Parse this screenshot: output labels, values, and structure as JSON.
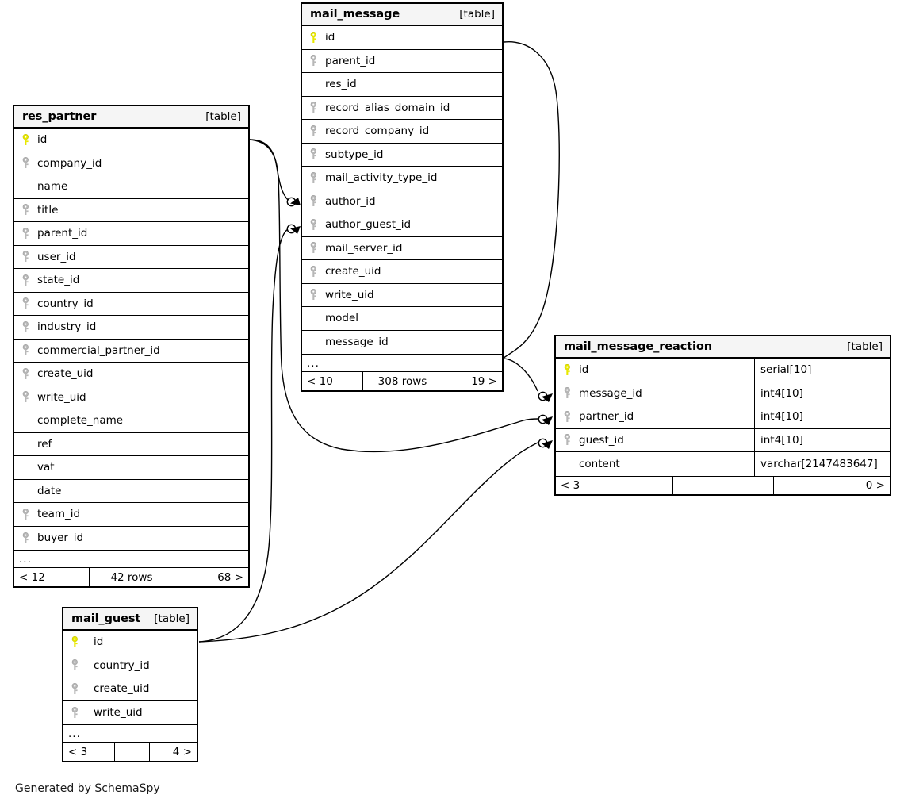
{
  "diagram": {
    "caption": "Generated by SchemaSpy",
    "table_kind_label": "[table]",
    "ellipsis": "...",
    "accent_pk_color": "#e8e800",
    "accent_fk_color": "#b0b0b0",
    "header_bg": "#f5f5f5",
    "border_color": "#000000"
  },
  "tables": {
    "res_partner": {
      "name": "res_partner",
      "kind": "[table]",
      "columns": [
        {
          "name": "id",
          "key": "pk"
        },
        {
          "name": "company_id",
          "key": "fk"
        },
        {
          "name": "name",
          "key": "none"
        },
        {
          "name": "title",
          "key": "fk"
        },
        {
          "name": "parent_id",
          "key": "fk"
        },
        {
          "name": "user_id",
          "key": "fk"
        },
        {
          "name": "state_id",
          "key": "fk"
        },
        {
          "name": "country_id",
          "key": "fk"
        },
        {
          "name": "industry_id",
          "key": "fk"
        },
        {
          "name": "commercial_partner_id",
          "key": "fk"
        },
        {
          "name": "create_uid",
          "key": "fk"
        },
        {
          "name": "write_uid",
          "key": "fk"
        },
        {
          "name": "complete_name",
          "key": "none"
        },
        {
          "name": "ref",
          "key": "none"
        },
        {
          "name": "vat",
          "key": "none"
        },
        {
          "name": "date",
          "key": "none"
        },
        {
          "name": "team_id",
          "key": "fk"
        },
        {
          "name": "buyer_id",
          "key": "fk"
        }
      ],
      "footer": {
        "left": "< 12",
        "middle": "42 rows",
        "right": "68 >"
      }
    },
    "mail_message": {
      "name": "mail_message",
      "kind": "[table]",
      "columns": [
        {
          "name": "id",
          "key": "pk"
        },
        {
          "name": "parent_id",
          "key": "fk"
        },
        {
          "name": "res_id",
          "key": "none"
        },
        {
          "name": "record_alias_domain_id",
          "key": "fk"
        },
        {
          "name": "record_company_id",
          "key": "fk"
        },
        {
          "name": "subtype_id",
          "key": "fk"
        },
        {
          "name": "mail_activity_type_id",
          "key": "fk"
        },
        {
          "name": "author_id",
          "key": "fk"
        },
        {
          "name": "author_guest_id",
          "key": "fk"
        },
        {
          "name": "mail_server_id",
          "key": "fk"
        },
        {
          "name": "create_uid",
          "key": "fk"
        },
        {
          "name": "write_uid",
          "key": "fk"
        },
        {
          "name": "model",
          "key": "none"
        },
        {
          "name": "message_id",
          "key": "none"
        }
      ],
      "footer": {
        "left": "< 10",
        "middle": "308 rows",
        "right": "19 >"
      }
    },
    "mail_message_reaction": {
      "name": "mail_message_reaction",
      "kind": "[table]",
      "columns": [
        {
          "name": "id",
          "key": "pk",
          "type": "serial[10]"
        },
        {
          "name": "message_id",
          "key": "fk",
          "type": "int4[10]"
        },
        {
          "name": "partner_id",
          "key": "fk",
          "type": "int4[10]"
        },
        {
          "name": "guest_id",
          "key": "fk",
          "type": "int4[10]"
        },
        {
          "name": "content",
          "key": "none",
          "type": "varchar[2147483647]"
        }
      ],
      "footer": {
        "left": "< 3",
        "middle": "",
        "right": "0 >"
      }
    },
    "mail_guest": {
      "name": "mail_guest",
      "kind": "[table]",
      "columns": [
        {
          "name": "id",
          "key": "pk"
        },
        {
          "name": "country_id",
          "key": "fk"
        },
        {
          "name": "create_uid",
          "key": "fk"
        },
        {
          "name": "write_uid",
          "key": "fk"
        }
      ],
      "footer": {
        "left": "< 3",
        "middle": "",
        "right": "4 >"
      }
    }
  },
  "relationships": [
    {
      "name": "res_partner-id-to-mail_message-author_id",
      "from": "res_partner.id",
      "to": "mail_message.author_id"
    },
    {
      "name": "mail_guest-id-to-mail_message-author_guest_id",
      "from": "mail_guest.id",
      "to": "mail_message.author_guest_id"
    },
    {
      "name": "mail_message-id-to-mail_message_reaction-message_id",
      "from": "mail_message.id",
      "to": "mail_message_reaction.message_id"
    },
    {
      "name": "res_partner-id-to-mail_message_reaction-partner_id",
      "from": "res_partner.id",
      "to": "mail_message_reaction.partner_id"
    },
    {
      "name": "mail_guest-id-to-mail_message_reaction-guest_id",
      "from": "mail_guest.id",
      "to": "mail_message_reaction.guest_id"
    }
  ]
}
